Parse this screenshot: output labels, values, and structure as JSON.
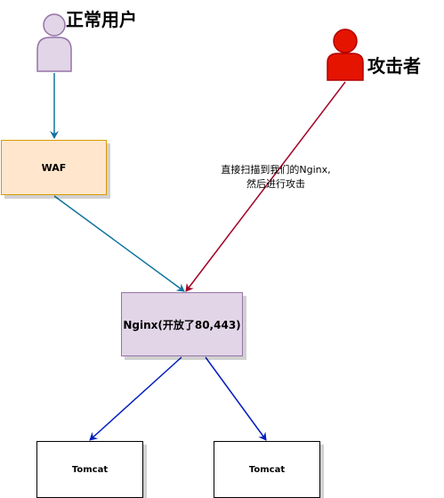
{
  "actors": {
    "normal_user": "正常用户",
    "attacker": "攻击者"
  },
  "nodes": {
    "waf": "WAF",
    "nginx": "Nginx(开放了80,443)",
    "tomcat_1": "Tomcat",
    "tomcat_2": "Tomcat"
  },
  "edge_labels": {
    "attack_line1": "直接扫描到我们的Nginx,",
    "attack_line2": "然后进行攻击"
  },
  "colors": {
    "user_fill": "#e1d5e7",
    "user_stroke": "#9673a6",
    "attacker_fill": "#e51400",
    "attacker_stroke": "#b20000",
    "normal_arrow": "#10739e",
    "attack_arrow": "#a20025",
    "backend_arrow": "#001dbc",
    "waf_fill": "#ffe6cc",
    "nginx_fill": "#e1d5e7"
  }
}
